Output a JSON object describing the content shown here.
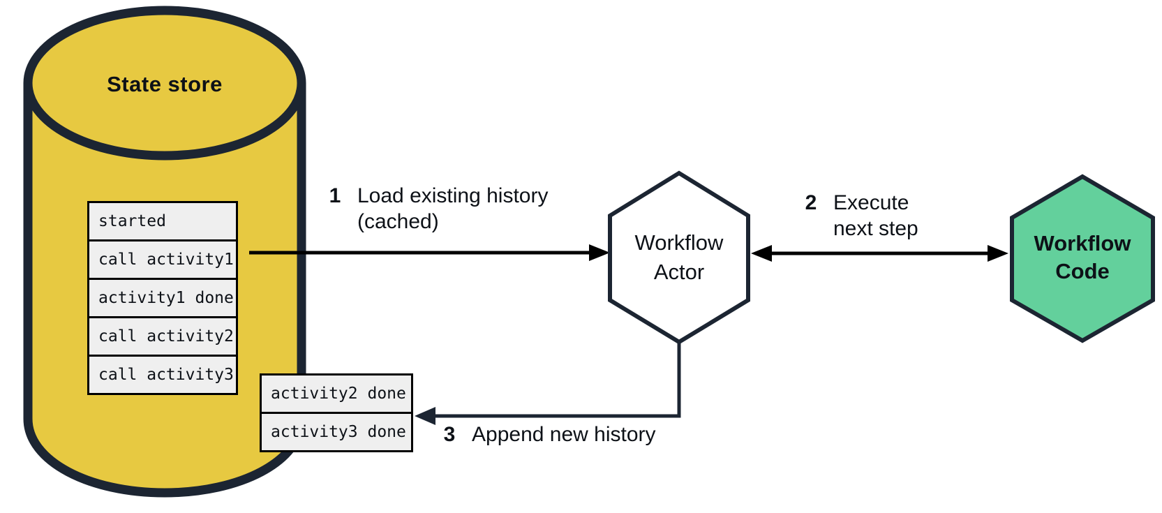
{
  "colors": {
    "cylinder_fill": "#E7C941",
    "outline": "#1C2532",
    "actor_hex_fill": "#FFFFFF",
    "code_hex_fill": "#63D09C",
    "row_fill": "#EFEFEF",
    "row_border": "#000000",
    "arrow": "#000000",
    "text": "#0D1117"
  },
  "state_store": {
    "title": "State store",
    "history_rows": [
      "started",
      "call activity1",
      "activity1 done",
      "call activity2",
      "call activity3"
    ]
  },
  "append_box": {
    "rows": [
      "activity2 done",
      "activity3 done"
    ]
  },
  "nodes": {
    "workflow_actor": {
      "line1": "Workflow",
      "line2": "Actor"
    },
    "workflow_code": {
      "line1": "Workflow",
      "line2": "Code"
    }
  },
  "steps": {
    "step1": {
      "number": "1",
      "line1": "Load existing history",
      "line2": "(cached)"
    },
    "step2": {
      "number": "2",
      "line1": "Execute",
      "line2": "next step"
    },
    "step3": {
      "number": "3",
      "line1": "Append new history"
    }
  }
}
